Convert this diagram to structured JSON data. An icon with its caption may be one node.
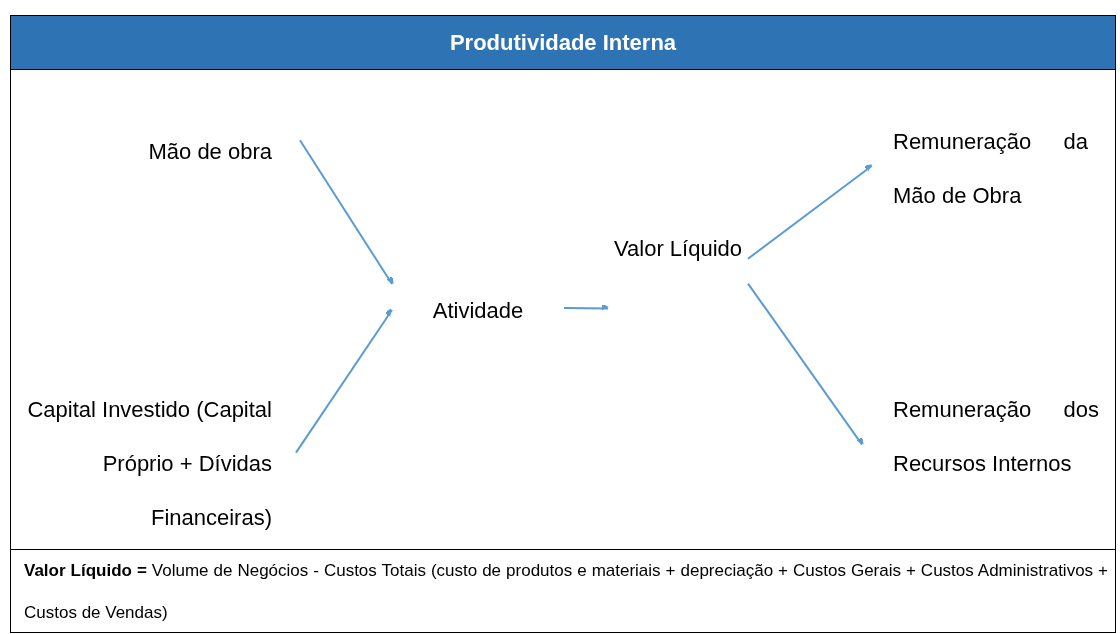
{
  "diagram": {
    "title": "Produtividade Interna",
    "nodes": [
      {
        "text": [
          "Mão de obra"
        ]
      },
      {
        "text": [
          "Capital Investido (Capital Próprio + Dívidas Financeiras)"
        ]
      },
      {
        "text": [
          "Atividade"
        ]
      },
      {
        "text": [
          "Valor Líquido"
        ]
      },
      {
        "text": [
          "Remuneração da Mão de Obra"
        ]
      },
      {
        "text": [
          "Remuneração dos Recursos Internos"
        ]
      }
    ],
    "edges": [
      {
        "from": 0,
        "to": 2,
        "arrow": "to"
      },
      {
        "from": 1,
        "to": 2,
        "arrow": "to"
      },
      {
        "from": 2,
        "to": 3,
        "arrow": "to"
      },
      {
        "from": 3,
        "to": 4,
        "arrow": "to"
      },
      {
        "from": 3,
        "to": 5,
        "arrow": "to"
      }
    ],
    "labels": [
      "**Valor Líquido =** Volume de Negócios - Custos Totais (custo de produtos e materiais + depreciação + Custos Gerais + Custos Administrativos + Custos de Vendas)"
    ]
  }
}
